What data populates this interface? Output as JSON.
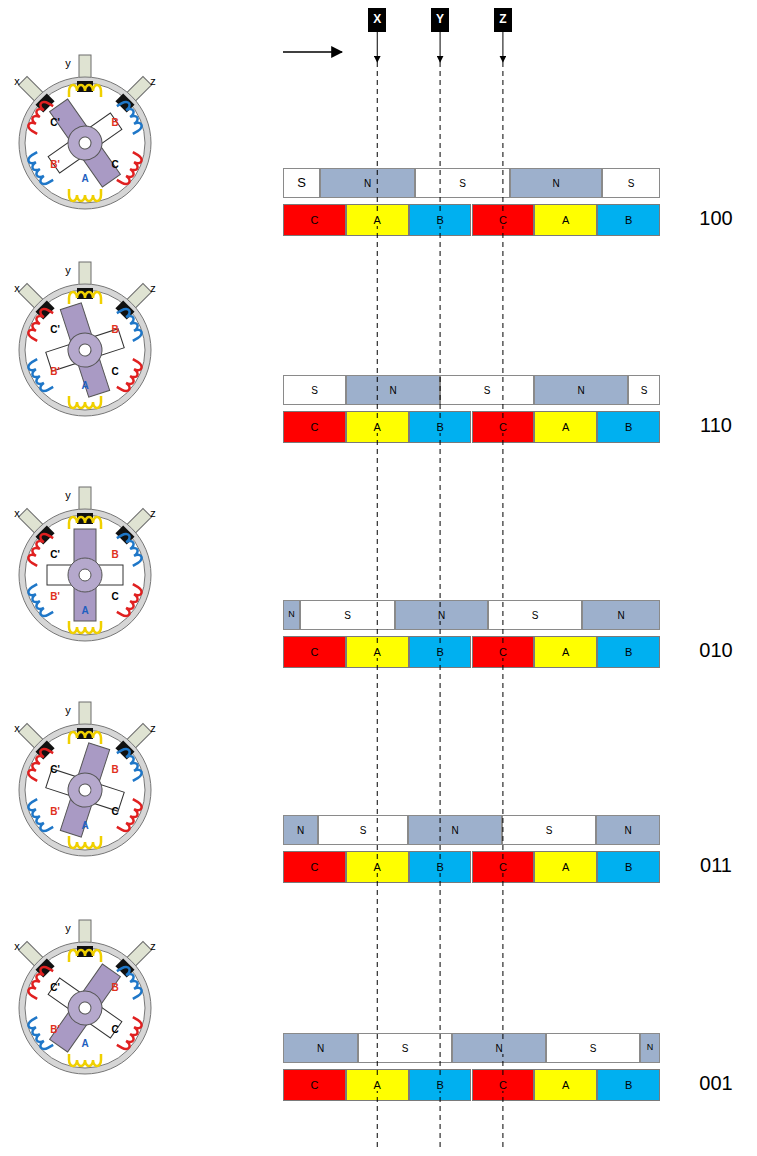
{
  "diagram": {
    "nodes": [
      {
        "text": [
          "X"
        ]
      },
      {
        "text": [
          "Y"
        ]
      },
      {
        "text": [
          "Z"
        ]
      },
      {
        "text": [
          "S"
        ]
      },
      {
        "text": [
          "N"
        ]
      },
      {
        "text": [
          "S"
        ]
      },
      {
        "text": [
          "N"
        ]
      },
      {
        "text": [
          "S"
        ]
      },
      {
        "text": [
          "C"
        ]
      },
      {
        "text": [
          "A"
        ]
      },
      {
        "text": [
          "B"
        ]
      },
      {
        "text": [
          "C"
        ]
      },
      {
        "text": [
          "A"
        ]
      },
      {
        "text": [
          "B"
        ]
      },
      {
        "text": [
          "S"
        ]
      },
      {
        "text": [
          "N"
        ]
      },
      {
        "text": [
          "S"
        ]
      },
      {
        "text": [
          "N"
        ]
      },
      {
        "text": [
          "S"
        ]
      },
      {
        "text": [
          "C"
        ]
      },
      {
        "text": [
          "A"
        ]
      },
      {
        "text": [
          "B"
        ]
      },
      {
        "text": [
          "C"
        ]
      },
      {
        "text": [
          "A"
        ]
      },
      {
        "text": [
          "B"
        ]
      },
      {
        "text": [
          "N"
        ]
      },
      {
        "text": [
          "S"
        ]
      },
      {
        "text": [
          "N"
        ]
      },
      {
        "text": [
          "S"
        ]
      },
      {
        "text": [
          "N"
        ]
      },
      {
        "text": [
          "C"
        ]
      },
      {
        "text": [
          "A"
        ]
      },
      {
        "text": [
          "B"
        ]
      },
      {
        "text": [
          "C"
        ]
      },
      {
        "text": [
          "A"
        ]
      },
      {
        "text": [
          "B"
        ]
      },
      {
        "text": [
          "N"
        ]
      },
      {
        "text": [
          "S"
        ]
      },
      {
        "text": [
          "N"
        ]
      },
      {
        "text": [
          "S"
        ]
      },
      {
        "text": [
          "N"
        ]
      },
      {
        "text": [
          "C"
        ]
      },
      {
        "text": [
          "A"
        ]
      },
      {
        "text": [
          "B"
        ]
      },
      {
        "text": [
          "C"
        ]
      },
      {
        "text": [
          "A"
        ]
      },
      {
        "text": [
          "B"
        ]
      },
      {
        "text": [
          "N"
        ]
      },
      {
        "text": [
          "S"
        ]
      },
      {
        "text": [
          "N"
        ]
      },
      {
        "text": [
          "S"
        ]
      },
      {
        "text": [
          "N"
        ]
      },
      {
        "text": [
          "C"
        ]
      },
      {
        "text": [
          "A"
        ]
      },
      {
        "text": [
          "B"
        ]
      },
      {
        "text": [
          "C"
        ]
      },
      {
        "text": [
          "A"
        ]
      },
      {
        "text": [
          "B"
        ]
      }
    ],
    "labels": [
      "x",
      "y",
      "z",
      "C'",
      "B",
      "B'",
      "C",
      "A",
      "100",
      "x",
      "y",
      "z",
      "C'",
      "B",
      "B'",
      "C",
      "A",
      "110",
      "x",
      "y",
      "z",
      "C'",
      "B",
      "B'",
      "C",
      "A",
      "010",
      "x",
      "y",
      "z",
      "C'",
      "B",
      "B'",
      "C",
      "A",
      "011",
      "x",
      "y",
      "z",
      "C'",
      "B",
      "B'",
      "C",
      "A",
      "001"
    ]
  }
}
